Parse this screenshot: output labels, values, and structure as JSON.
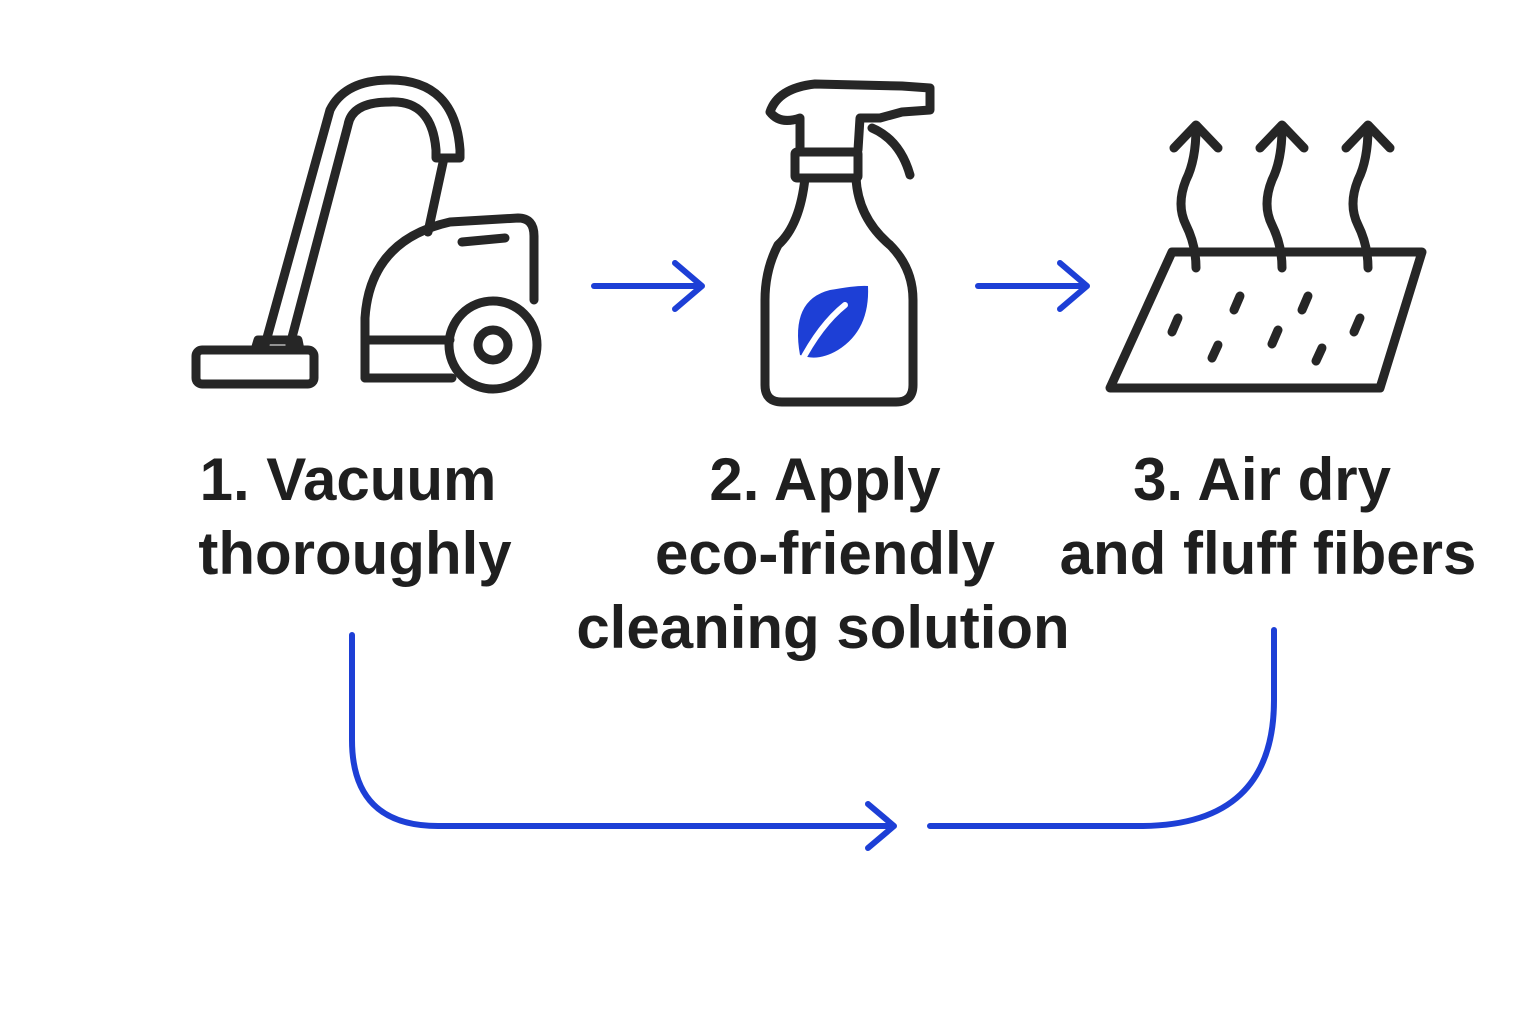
{
  "colors": {
    "accent": "#1d3fd6",
    "ink": "#262626",
    "background": "#ffffff"
  },
  "steps": [
    {
      "icon": "vacuum-cleaner-icon",
      "line1": "1. Vacuum",
      "line2": "thoroughly",
      "line3": ""
    },
    {
      "icon": "spray-bottle-leaf-icon",
      "line1": "2. Apply",
      "line2": "eco-friendly",
      "line3": "cleaning solution"
    },
    {
      "icon": "air-dry-rug-icon",
      "line1": "3. Air dry",
      "line2": "and fluff fibers",
      "line3": ""
    }
  ],
  "connectors": [
    {
      "name": "arrow-step1-to-step2",
      "direction": "right"
    },
    {
      "name": "arrow-step2-to-step3",
      "direction": "right"
    },
    {
      "name": "loop-arrow-bottom",
      "direction": "right"
    }
  ]
}
